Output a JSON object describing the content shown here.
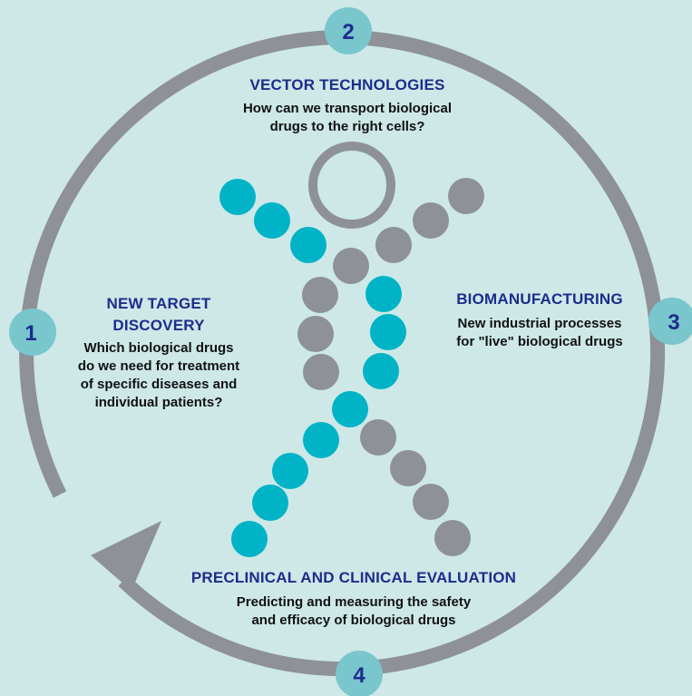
{
  "colors": {
    "background": "#cde8e7",
    "ring": "#8e9197",
    "accent_teal": "#00b3c6",
    "badge": "#79c6cd",
    "title_blue": "#1d2c8c",
    "text": "#111111"
  },
  "steps": [
    {
      "number": "1",
      "title": "NEW TARGET DISCOVERY",
      "title_lines": [
        "NEW TARGET",
        "DISCOVERY"
      ],
      "description_lines": [
        "Which biological drugs",
        "do we need for treatment",
        "of specific diseases and",
        "individual patients?"
      ]
    },
    {
      "number": "2",
      "title": "VECTOR TECHNOLOGIES",
      "title_lines": [
        "VECTOR TECHNOLOGIES"
      ],
      "description_lines": [
        "How can we transport biological",
        "drugs to the right cells?"
      ]
    },
    {
      "number": "3",
      "title": "BIOMANUFACTURING",
      "title_lines": [
        "BIOMANUFACTURING"
      ],
      "description_lines": [
        "New industrial processes",
        "for \"live\" biological drugs"
      ]
    },
    {
      "number": "4",
      "title": "PRECLINICAL AND CLINICAL EVALUATION",
      "title_lines": [
        "PRECLINICAL AND CLINICAL EVALUATION"
      ],
      "description_lines": [
        "Predicting and measuring the safety",
        "and efficacy of biological drugs"
      ]
    }
  ],
  "figure": {
    "description": "",
    "head": "gray-ring",
    "dna_strands": [
      "teal",
      "gray"
    ]
  }
}
